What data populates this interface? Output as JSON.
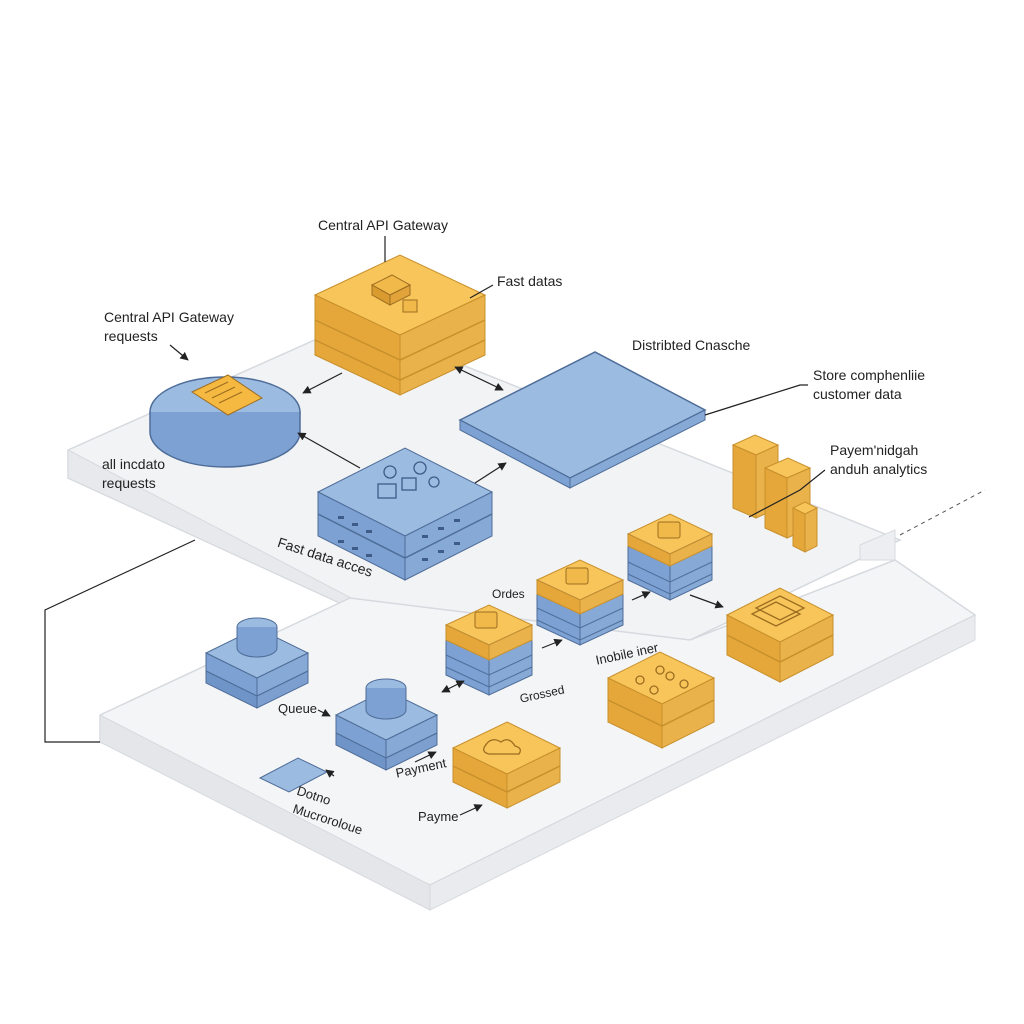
{
  "labels": {
    "gateway_top": "Central API Gateway",
    "gateway_left_line1": "Central API Gateway",
    "gateway_left_line2": "requests",
    "fast_data": "Fast datas",
    "distributed_cache": "Distribted Cnasche",
    "store_line1": "Store comphenliie",
    "store_line2": "customer data",
    "payment_line1": "Payem'nidgah",
    "payment_line2": "anduh analytics",
    "all_requests_line1": "all incdato",
    "all_requests_line2": "requests",
    "fast_access": "Fast data acces",
    "orders": "Ordes",
    "mobile_inter": "Inobile iner",
    "crossed": "Grossed",
    "queue": "Queue",
    "payment_mid": "Payment",
    "data_line1": "Dotno",
    "data_line2": "Mucroroloue",
    "payment_bottom": "Payme"
  },
  "colors": {
    "gold_top": "#f7c55a",
    "gold_side": "#e5a73a",
    "blue_top": "#9bbbe0",
    "blue_side": "#6f94c7",
    "outline": "#4f6d99",
    "platform": "#f2f3f5",
    "platform_edge": "#d6d9de"
  },
  "icons": [
    "server-icon",
    "tag-icon",
    "users-icon",
    "lock-icon",
    "cloud-icon",
    "window-icon",
    "gamepad-icon"
  ]
}
